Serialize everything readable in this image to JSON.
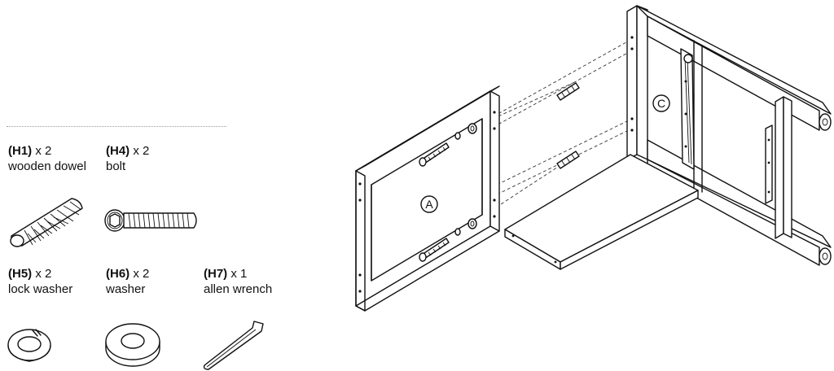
{
  "parts": [
    {
      "code": "(H1)",
      "qty": " x 2",
      "name": "wooden dowel",
      "icon": "wooden-dowel"
    },
    {
      "code": "(H4)",
      "qty": " x 2",
      "name": "bolt",
      "icon": "bolt"
    },
    {
      "code": "(H5)",
      "qty": " x 2",
      "name": "lock washer",
      "icon": "lock-washer"
    },
    {
      "code": "(H6)",
      "qty": " x 2",
      "name": "washer",
      "icon": "washer"
    },
    {
      "code": "(H7)",
      "qty": " x 1",
      "name": "allen wrench",
      "icon": "allen-wrench"
    }
  ],
  "labels": {
    "panel_a": "A",
    "panel_c": "C"
  }
}
